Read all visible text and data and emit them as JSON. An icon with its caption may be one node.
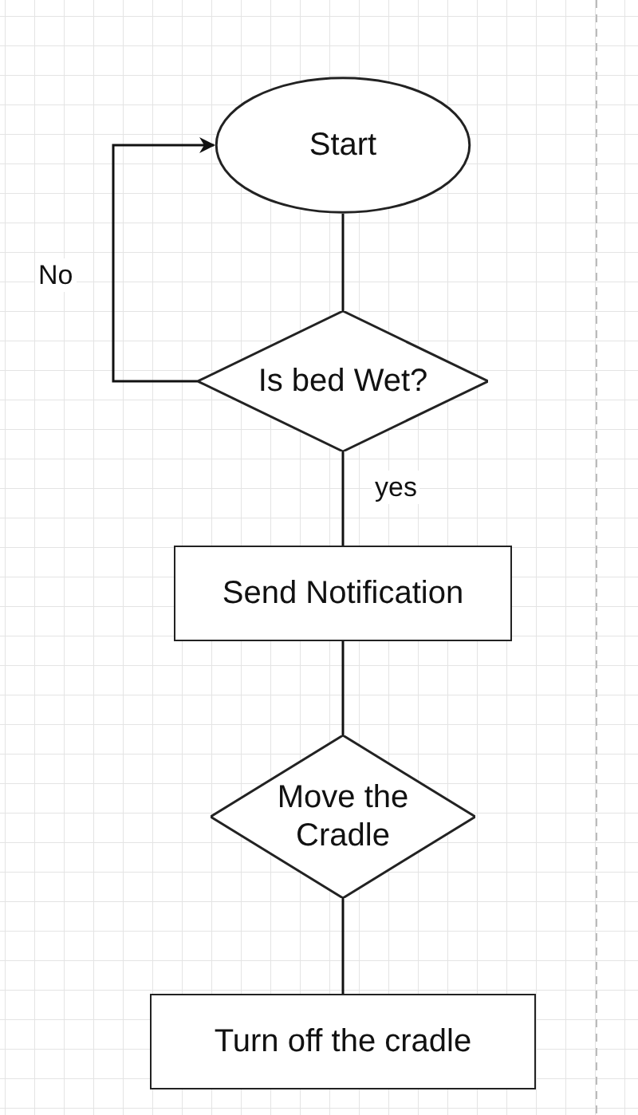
{
  "diagram": {
    "nodes": [
      {
        "text": [
          "Start"
        ]
      },
      {
        "text": [
          "Is bed Wet?"
        ]
      },
      {
        "text": [
          "Send Notification"
        ]
      },
      {
        "text": [
          "Move the Cradle"
        ]
      },
      {
        "text": [
          "Turn off the cradle"
        ]
      }
    ],
    "edges": [
      {
        "from": 0,
        "to": 1,
        "arrow": "none"
      },
      {
        "from": 1,
        "to": 0,
        "arrow": "to",
        "label": "No"
      },
      {
        "from": 1,
        "to": 2,
        "arrow": "none",
        "label": "yes"
      },
      {
        "from": 2,
        "to": 3,
        "arrow": "none"
      },
      {
        "from": 3,
        "to": 4,
        "arrow": "none"
      }
    ]
  }
}
